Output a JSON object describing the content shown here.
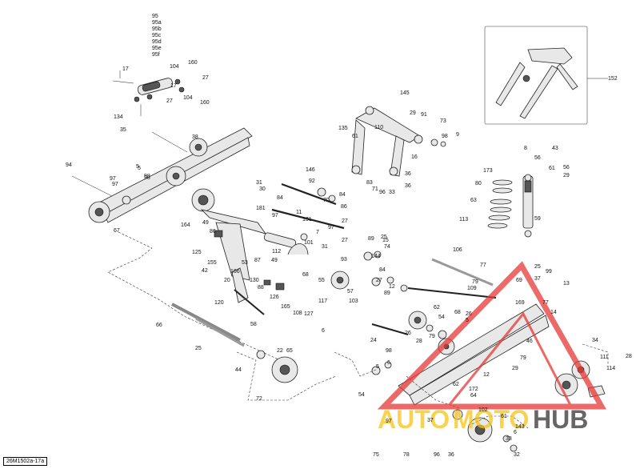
{
  "diagram": {
    "reference_code": "26M1502a-17a",
    "watermark": {
      "auto_text": "AUTO",
      "moto_text": "MOTO",
      "hub_text": "HUB"
    },
    "shock_stack_labels": [
      "95",
      "95a",
      "95b",
      "95c",
      "95d",
      "95e",
      "95f"
    ],
    "labels": [
      "17",
      "104",
      "160",
      "27",
      "17",
      "104",
      "160",
      "27",
      "134",
      "35",
      "5",
      "98",
      "38",
      "94",
      "97",
      "5",
      "98",
      "97",
      "67",
      "31",
      "30",
      "181",
      "84",
      "97",
      "146",
      "92",
      "84",
      "70",
      "83",
      "71",
      "86",
      "96",
      "33",
      "11",
      "131",
      "27",
      "97",
      "7",
      "101",
      "31",
      "27",
      "164",
      "49",
      "86",
      "125",
      "155",
      "42",
      "166",
      "53",
      "20",
      "130",
      "88",
      "87",
      "49",
      "112",
      "68",
      "126",
      "165",
      "108",
      "120",
      "58",
      "127",
      "55",
      "93",
      "25",
      "74",
      "84",
      "12",
      "89",
      "57",
      "103",
      "117",
      "6",
      "66",
      "145",
      "29",
      "91",
      "73",
      "135",
      "61",
      "110",
      "98",
      "9",
      "16",
      "36",
      "36",
      "43",
      "8",
      "56",
      "61",
      "56",
      "29",
      "173",
      "80",
      "63",
      "113",
      "59",
      "106",
      "77",
      "79",
      "69",
      "37",
      "13",
      "25",
      "99",
      "62",
      "54",
      "68",
      "26",
      "5",
      "28",
      "29",
      "79",
      "14",
      "46",
      "12",
      "6",
      "98",
      "5",
      "24",
      "26",
      "79",
      "109",
      "169",
      "77",
      "25",
      "44",
      "22",
      "65",
      "72",
      "54",
      "62",
      "172",
      "64",
      "97",
      "37",
      "102",
      "61",
      "143",
      "6",
      "33",
      "32",
      "36",
      "28",
      "34",
      "111",
      "114",
      "152",
      "89",
      "15",
      "144",
      "27",
      "75",
      "78",
      "96"
    ]
  }
}
